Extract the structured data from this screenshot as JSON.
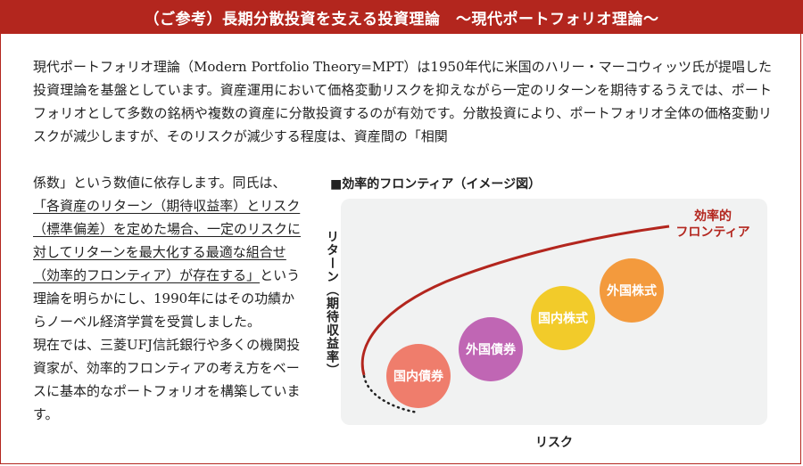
{
  "header": {
    "title": "（ご参考）長期分散投資を支える投資理論　～現代ポートフォリオ理論～"
  },
  "intro": {
    "text": "現代ポートフォリオ理論（Modern Portfolio Theory=MPT）は1950年代に米国のハリー・マーコウィッツ氏が提唱した投資理論を基盤としています。資産運用において価格変動リスクを抑えながら一定のリターンを期待するうえでは、ポートフォリオとして多数の銘柄や複数の資産に分散投資するのが有効です。分散投資により、ポートフォリオ全体の価格変動リスクが減少しますが、そのリスクが減少する程度は、資産間の「相関"
  },
  "left_column": {
    "p1_start": "係数」という数値に依存します。同氏は、",
    "p1_underlined": "「各資産のリターン（期待収益率）とリスク（標準偏差）を定めた場合、一定のリスクに対してリターンを最大化する最適な組合せ（効率的フロンティア）が存在する」",
    "p1_end": "という理論を明らかにし、1990年にはその功績からノーベル経済学賞を受賞しました。",
    "p2": "現在では、三菱UFJ信託銀行や多くの機関投資家が、効率的フロンティアの考え方をベースに基本的なポートフォリオを構築しています。"
  },
  "chart": {
    "title": "■効率的フロンティア（イメージ図）",
    "y_label": "リターン（期待収益率）",
    "x_label": "リスク",
    "frontier_label_line1": "効率的",
    "frontier_label_line2": "フロンティア",
    "assets": [
      {
        "label": "国内債券",
        "color": "#ef7d6c"
      },
      {
        "label": "外国債券",
        "color": "#c066b4"
      },
      {
        "label": "国内株式",
        "color": "#f2cb2a"
      },
      {
        "label": "外国株式",
        "color": "#f39a3d"
      }
    ],
    "frontier_color": "#b3261e"
  }
}
